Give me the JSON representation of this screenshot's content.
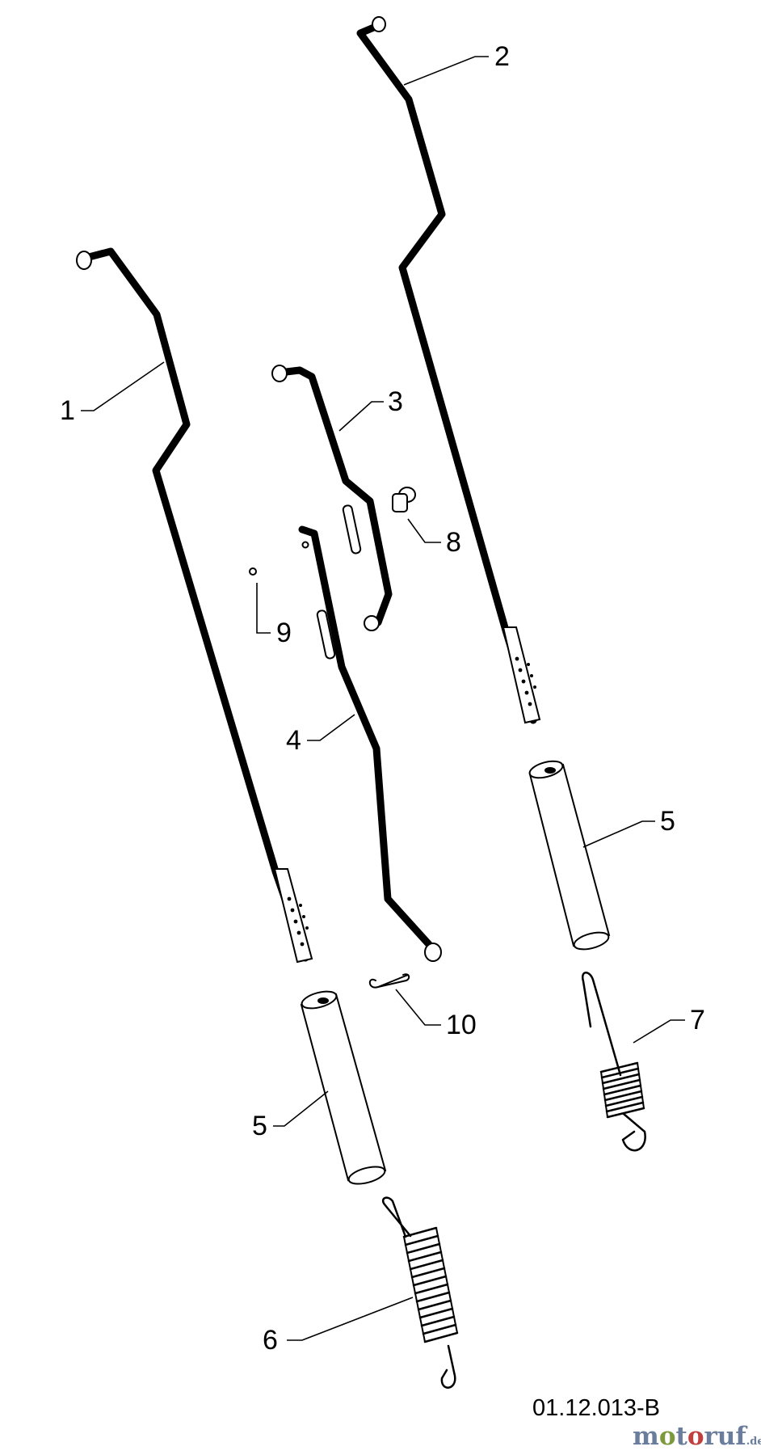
{
  "callouts": [
    {
      "id": "1",
      "label": "1"
    },
    {
      "id": "2",
      "label": "2"
    },
    {
      "id": "3",
      "label": "3"
    },
    {
      "id": "4",
      "label": "4"
    },
    {
      "id": "5a",
      "label": "5"
    },
    {
      "id": "5b",
      "label": "5"
    },
    {
      "id": "6",
      "label": "6"
    },
    {
      "id": "7",
      "label": "7"
    },
    {
      "id": "8",
      "label": "8"
    },
    {
      "id": "9",
      "label": "9"
    },
    {
      "id": "10",
      "label": "10"
    }
  ],
  "drawing_code": "01.12.013-B",
  "watermark": {
    "brand": "motoruf",
    "suffix": ".de",
    "colors": [
      "#6b7d9c",
      "#7c9a3c",
      "#c04040"
    ]
  }
}
